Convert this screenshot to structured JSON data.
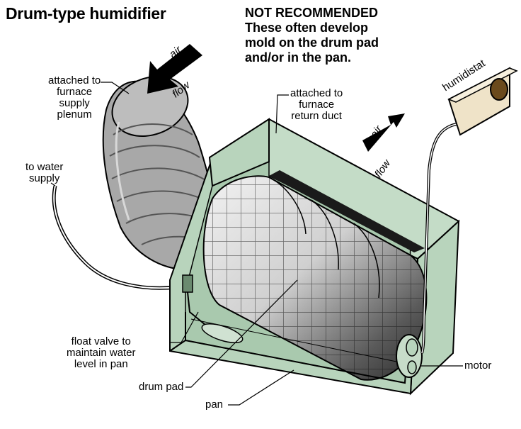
{
  "title": "Drum-type humidifier",
  "warning": {
    "line1": "NOT RECOMMENDED",
    "line2": "These often develop",
    "line3": "mold on the drum pad",
    "line4": "and/or in the pan."
  },
  "labels": {
    "supply_plenum": [
      "attached to",
      "furnace",
      "supply",
      "plenum"
    ],
    "return_duct": [
      "attached to",
      "furnace",
      "return duct"
    ],
    "water_supply": [
      "to water",
      "supply"
    ],
    "float_valve": [
      "float valve to",
      "maintain water",
      "level in pan"
    ],
    "drum_pad": "drum pad",
    "pan": "pan",
    "motor": "motor",
    "humidistat": "humidistat",
    "air_flow_top": [
      "air",
      "flow"
    ],
    "air_flow_right": [
      "air",
      "flow"
    ]
  },
  "colors": {
    "housing": "#b8d4bc",
    "housing_dark": "#9fc0a4",
    "duct": "#a8a8a8",
    "duct_dark": "#7a7a7a",
    "humidistat_box": "#efe3c8",
    "dial": "#6b4a1c"
  }
}
